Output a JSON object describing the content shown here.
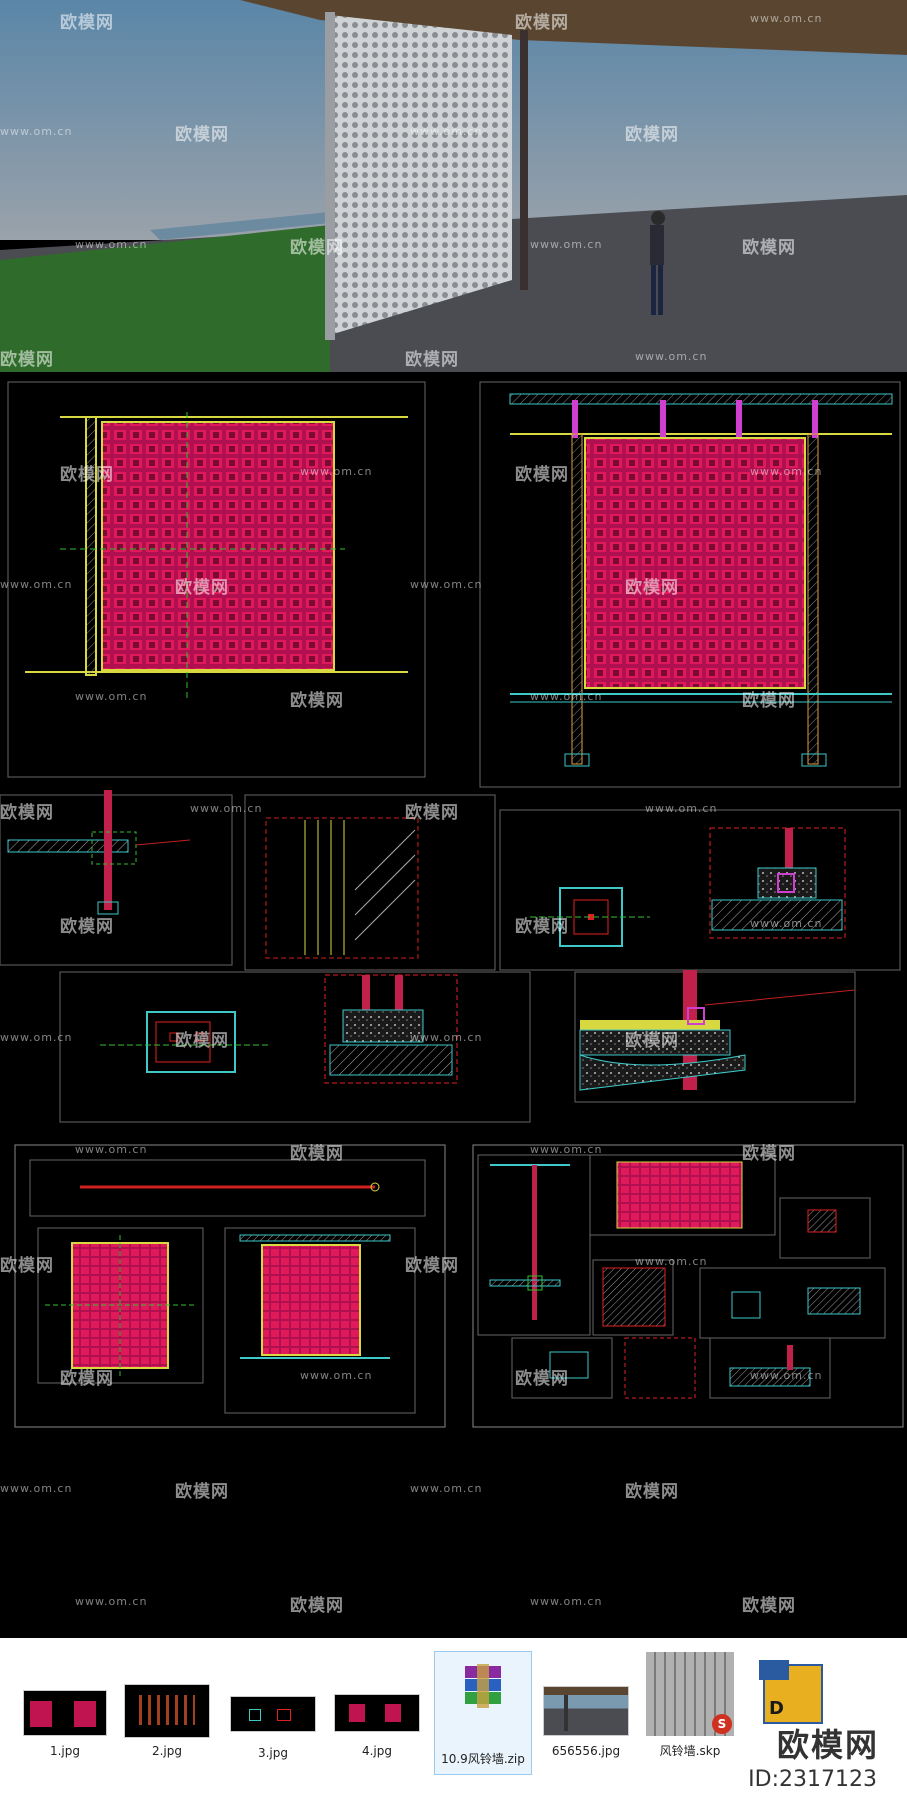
{
  "render_panel": {
    "name": "3d-render"
  },
  "cad_sheets": {
    "elevation_a": "wind-chime-wall-front-elevation",
    "elevation_b": "wind-chime-wall-side-elevation"
  },
  "watermarks": {
    "logo": "欧模网",
    "url": "www.om.cn"
  },
  "files": [
    {
      "label": "1.jpg",
      "kind": "cad-red"
    },
    {
      "label": "2.jpg",
      "kind": "cad-dark"
    },
    {
      "label": "3.jpg",
      "kind": "cad-small"
    },
    {
      "label": "4.jpg",
      "kind": "cad-red2"
    },
    {
      "label": "10.9风铃墙.zip",
      "kind": "archive"
    },
    {
      "label": "656556.jpg",
      "kind": "render"
    },
    {
      "label": "风铃墙.skp",
      "kind": "sketchup"
    },
    {
      "label": "D",
      "kind": "dwg"
    }
  ],
  "brand": {
    "logo_text": "欧模网",
    "id_text": "ID:2317123"
  },
  "colors": {
    "cad_bg": "#000000",
    "panel_red": "#e0195a",
    "frame_yellow": "#d8d840",
    "line_cyan": "#3ec8c8",
    "line_magenta": "#d040d0"
  }
}
